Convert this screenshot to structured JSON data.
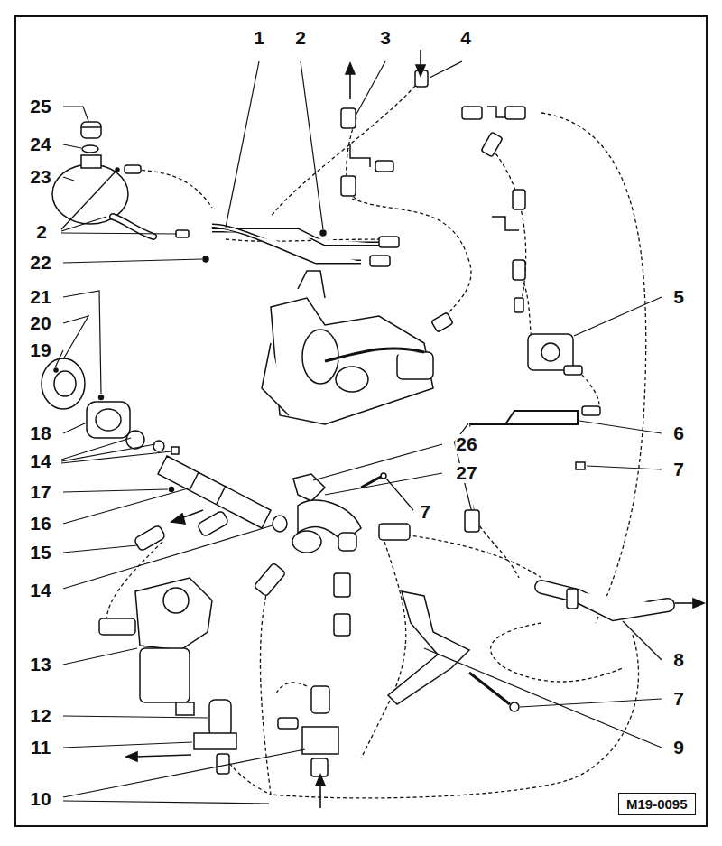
{
  "diagram": {
    "nodes": [
      {
        "text": [
          "M19-0095"
        ]
      }
    ],
    "edges": [],
    "labels": [
      "1",
      "2",
      "3",
      "4",
      "25",
      "24",
      "23",
      "2",
      "22",
      "21",
      "20",
      "19",
      "5",
      "18",
      "6",
      "26",
      "14",
      "27",
      "7",
      "17",
      "7",
      "16",
      "15",
      "14",
      "8",
      "13",
      "7",
      "12",
      "11",
      "9",
      "10"
    ]
  }
}
